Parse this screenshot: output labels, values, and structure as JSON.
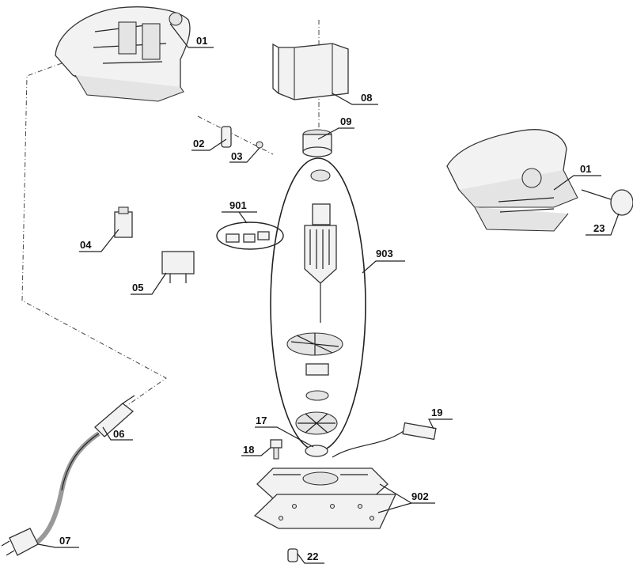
{
  "labels": {
    "p01a": "01",
    "p01b": "01",
    "p02": "02",
    "p03": "03",
    "p04": "04",
    "p05": "05",
    "p06": "06",
    "p07": "07",
    "p08": "08",
    "p09": "09",
    "p17": "17",
    "p18": "18",
    "p19": "19",
    "p22": "22",
    "p23": "23",
    "p901": "901",
    "p902": "902",
    "p903": "903"
  }
}
